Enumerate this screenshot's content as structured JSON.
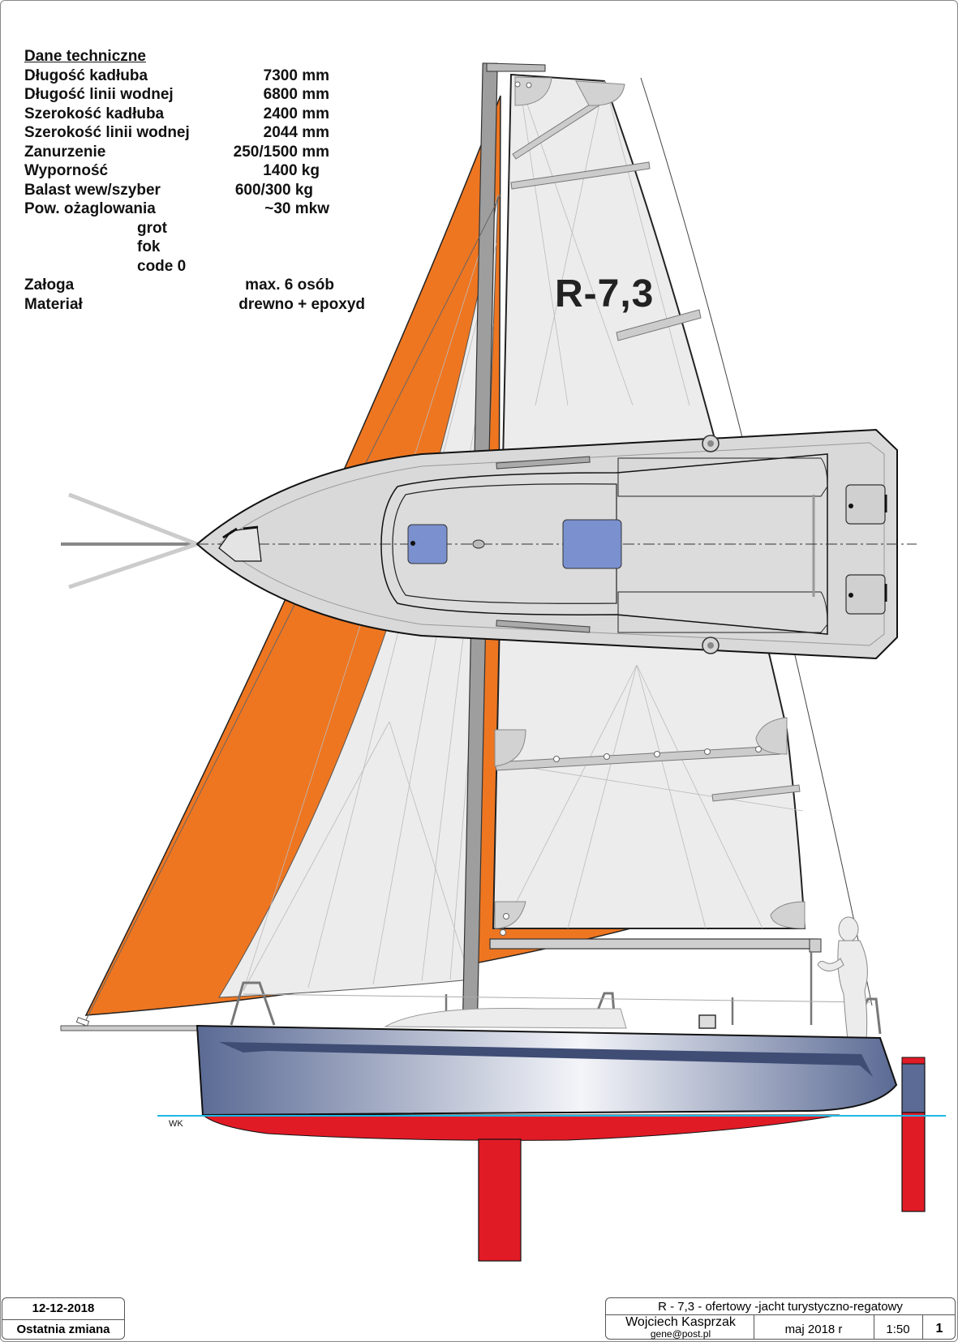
{
  "specs": {
    "heading": "Dane techniczne",
    "rows": [
      {
        "label": "Długość kadłuba",
        "value": "7300 mm"
      },
      {
        "label": "Długość linii wodnej",
        "value": "6800 mm"
      },
      {
        "label": "Szerokość kadłuba",
        "value": "2400 mm"
      },
      {
        "label": "Szerokość linii wodnej",
        "value": "2044 mm"
      },
      {
        "label": "Zanurzenie",
        "value": "250/1500 mm"
      },
      {
        "label": "Wyporność",
        "value": "1400 kg"
      },
      {
        "label": "Balast wew/szyber",
        "value": "600/300 kg"
      },
      {
        "label": "Pow. ożaglowania",
        "value": "~30 mkw"
      }
    ],
    "sails": [
      "grot",
      "fok",
      "code 0"
    ],
    "crew": {
      "label": "Załoga",
      "value": "max. 6 osób"
    },
    "material": {
      "label": "Materiał",
      "value": "drewno + epoxyd"
    }
  },
  "model_label": "R-7,3",
  "waterline_mark": "WK",
  "revision": {
    "date": "12-12-2018",
    "caption": "Ostatnia zmiana"
  },
  "title_block": {
    "title": "R - 7,3  - ofertowy -jacht turystyczno-regatowy",
    "author": "Wojciech Kasprzak",
    "email": "gene@post.pl",
    "date": "maj 2018 r",
    "scale": "1:50",
    "sheet": "1"
  },
  "colors": {
    "code0_sail": "#ee7621",
    "hull_topsides": "#5b6b95",
    "antifouling": "#e11b26",
    "hatch": "#7a90cf",
    "deck": "#d9d9d9",
    "sail_cloth": "#ececec",
    "waterline": "#1fb8e4"
  }
}
